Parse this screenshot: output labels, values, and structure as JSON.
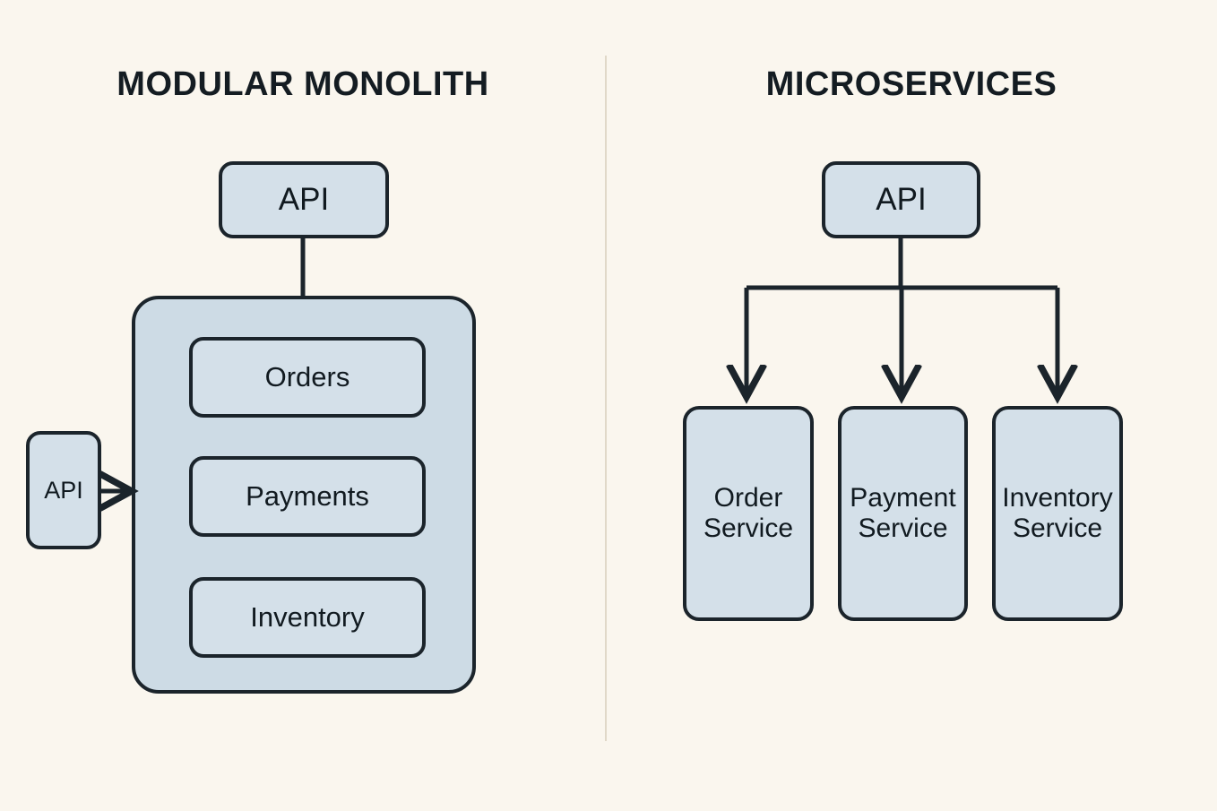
{
  "background_color": "#faf6ee",
  "node_fill_color": "#d4e0e9",
  "container_fill_color": "#cddbe5",
  "stroke_color": "#1b242b",
  "divider_color": "#e0d8c8",
  "panels": {
    "left": {
      "title": "MODULAR MONOLITH",
      "api_gateway": {
        "label": "API"
      },
      "external_api": {
        "label": "API"
      },
      "modules": [
        {
          "label": "Orders"
        },
        {
          "label": "Payments"
        },
        {
          "label": "Inventory"
        }
      ]
    },
    "right": {
      "title": "MICROSERVICES",
      "api_gateway": {
        "label": "API"
      },
      "services": [
        {
          "line1": "Order",
          "line2": "Service"
        },
        {
          "line1": "Payment",
          "line2": "Service"
        },
        {
          "line1": "Inventory",
          "line2": "Service"
        }
      ]
    }
  }
}
